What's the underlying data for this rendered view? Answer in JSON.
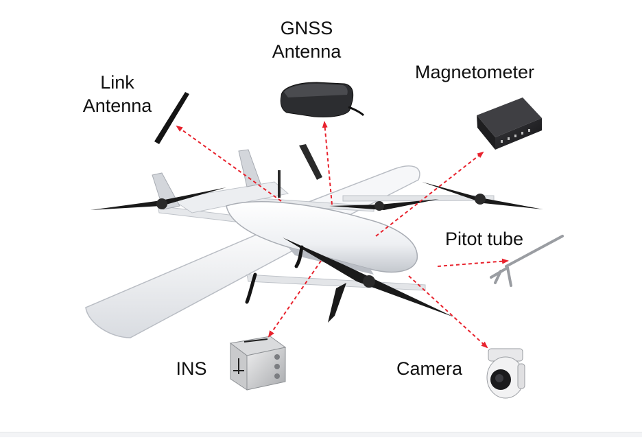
{
  "labels": {
    "gnss_line1": "GNSS",
    "gnss_line2": "Antenna",
    "link_line1": "Link",
    "link_line2": "Antenna",
    "magnetometer": "Magnetometer",
    "pitot": "Pitot tube",
    "ins": "INS",
    "camera": "Camera"
  },
  "colors": {
    "arrow": "#e8222d",
    "airframe": "#f2f3f5",
    "airframe_shade": "#c9ccd2",
    "prop": "#1a1a1a",
    "device_dark": "#2b2b2e",
    "device_light": "#d7d8da"
  }
}
